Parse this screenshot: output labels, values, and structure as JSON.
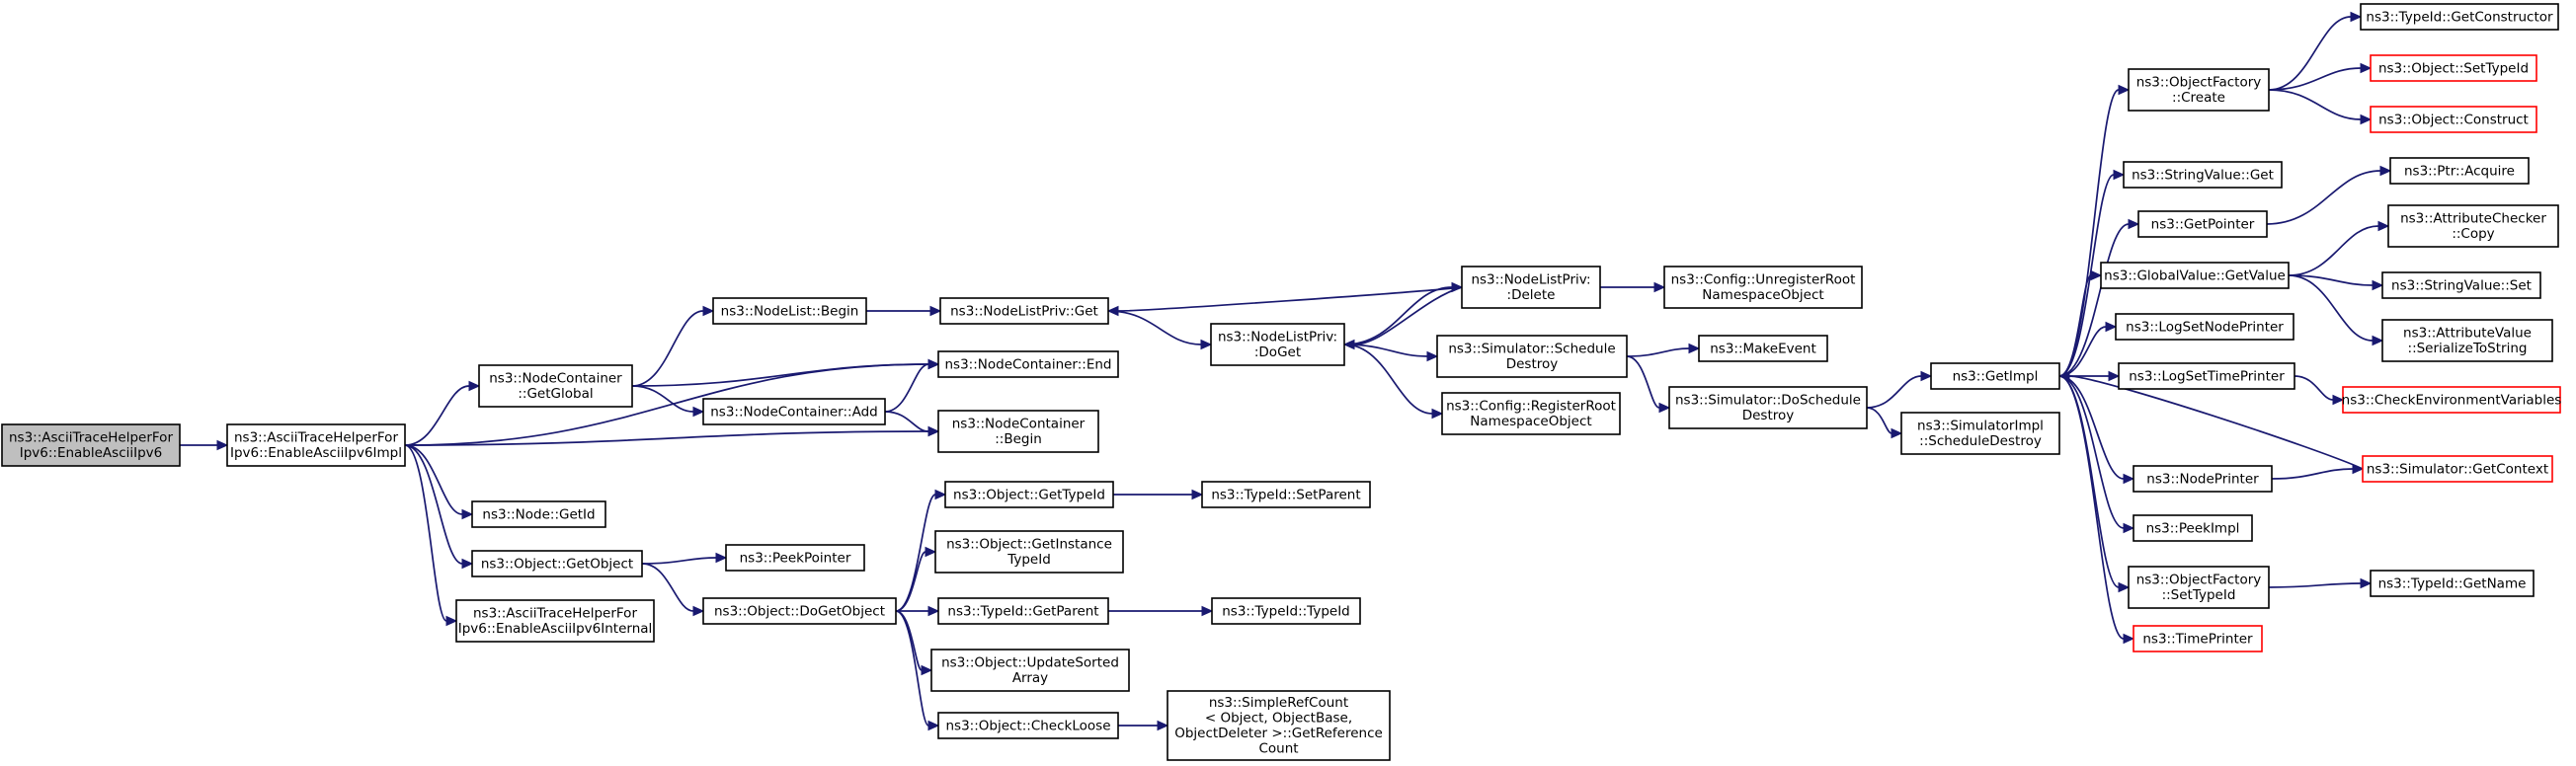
{
  "colors": {
    "edge": "#191970",
    "node_border": "#000000",
    "missing_border": "#ff0000",
    "root_fill": "#bfbfbf",
    "node_fill": "#ffffff"
  },
  "nodes": [
    {
      "id": "root",
      "lines": [
        "ns3::AsciiTraceHelperFor",
        "Ipv6::EnableAsciiIpv6"
      ],
      "style": "root"
    },
    {
      "id": "impl",
      "lines": [
        "ns3::AsciiTraceHelperFor",
        "Ipv6::EnableAsciiIpv6Impl"
      ]
    },
    {
      "id": "ncGetGlobal",
      "lines": [
        "ns3::NodeContainer",
        "::GetGlobal"
      ]
    },
    {
      "id": "nodeGetId",
      "lines": [
        "ns3::Node::GetId"
      ]
    },
    {
      "id": "objGetObject",
      "lines": [
        "ns3::Object::GetObject"
      ]
    },
    {
      "id": "enableInternal",
      "lines": [
        "ns3::AsciiTraceHelperFor",
        "Ipv6::EnableAsciiIpv6Internal"
      ]
    },
    {
      "id": "nlBegin",
      "lines": [
        "ns3::NodeList::Begin"
      ]
    },
    {
      "id": "ncAdd",
      "lines": [
        "ns3::NodeContainer::Add"
      ]
    },
    {
      "id": "peekPointer",
      "lines": [
        "ns3::PeekPointer"
      ]
    },
    {
      "id": "doGetObject",
      "lines": [
        "ns3::Object::DoGetObject"
      ]
    },
    {
      "id": "nlpGet",
      "lines": [
        "ns3::NodeListPriv::Get"
      ]
    },
    {
      "id": "ncEnd",
      "lines": [
        "ns3::NodeContainer::End"
      ]
    },
    {
      "id": "ncBegin",
      "lines": [
        "ns3::NodeContainer",
        "::Begin"
      ]
    },
    {
      "id": "objGetTypeId",
      "lines": [
        "ns3::Object::GetTypeId"
      ]
    },
    {
      "id": "objGetInstance",
      "lines": [
        "ns3::Object::GetInstance",
        "TypeId"
      ]
    },
    {
      "id": "tidGetParent",
      "lines": [
        "ns3::TypeId::GetParent"
      ]
    },
    {
      "id": "objUpdateSorted",
      "lines": [
        "ns3::Object::UpdateSorted",
        "Array"
      ]
    },
    {
      "id": "objCheckLoose",
      "lines": [
        "ns3::Object::CheckLoose"
      ]
    },
    {
      "id": "nlpDoGet",
      "lines": [
        "ns3::NodeListPriv:",
        ":DoGet"
      ]
    },
    {
      "id": "tidSetParent",
      "lines": [
        "ns3::TypeId::SetParent"
      ]
    },
    {
      "id": "tidTypeId",
      "lines": [
        "ns3::TypeId::TypeId"
      ]
    },
    {
      "id": "simpleRef",
      "lines": [
        "ns3::SimpleRefCount",
        "< Object, ObjectBase,",
        "ObjectDeleter >::GetReference",
        "Count"
      ]
    },
    {
      "id": "nlpDelete",
      "lines": [
        "ns3::NodeListPriv:",
        ":Delete"
      ]
    },
    {
      "id": "simSchedDestroy",
      "lines": [
        "ns3::Simulator::Schedule",
        "Destroy"
      ]
    },
    {
      "id": "cfgRegister",
      "lines": [
        "ns3::Config::RegisterRoot",
        "NamespaceObject"
      ]
    },
    {
      "id": "cfgUnregister",
      "lines": [
        "ns3::Config::UnregisterRoot",
        "NamespaceObject"
      ]
    },
    {
      "id": "makeEvent",
      "lines": [
        "ns3::MakeEvent"
      ]
    },
    {
      "id": "simDoSched",
      "lines": [
        "ns3::Simulator::DoSchedule",
        "Destroy"
      ]
    },
    {
      "id": "getImpl",
      "lines": [
        "ns3::GetImpl"
      ]
    },
    {
      "id": "simImplSched",
      "lines": [
        "ns3::SimulatorImpl",
        "::ScheduleDestroy"
      ]
    },
    {
      "id": "ofCreate",
      "lines": [
        "ns3::ObjectFactory",
        "::Create"
      ]
    },
    {
      "id": "strValGet",
      "lines": [
        "ns3::StringValue::Get"
      ]
    },
    {
      "id": "getPointer",
      "lines": [
        "ns3::GetPointer"
      ]
    },
    {
      "id": "gvGetValue",
      "lines": [
        "ns3::GlobalValue::GetValue"
      ]
    },
    {
      "id": "logSetNode",
      "lines": [
        "ns3::LogSetNodePrinter"
      ]
    },
    {
      "id": "logSetTime",
      "lines": [
        "ns3::LogSetTimePrinter"
      ]
    },
    {
      "id": "nodePrinter",
      "lines": [
        "ns3::NodePrinter"
      ]
    },
    {
      "id": "peekImpl",
      "lines": [
        "ns3::PeekImpl"
      ]
    },
    {
      "id": "ofSetTypeId",
      "lines": [
        "ns3::ObjectFactory",
        "::SetTypeId"
      ]
    },
    {
      "id": "timePrinter",
      "lines": [
        "ns3::TimePrinter"
      ],
      "style": "missing"
    },
    {
      "id": "tidGetConstructor",
      "lines": [
        "ns3::TypeId::GetConstructor"
      ]
    },
    {
      "id": "objSetTypeId",
      "lines": [
        "ns3::Object::SetTypeId"
      ],
      "style": "missing"
    },
    {
      "id": "objConstruct",
      "lines": [
        "ns3::Object::Construct"
      ],
      "style": "missing"
    },
    {
      "id": "ptrAcquire",
      "lines": [
        "ns3::Ptr::Acquire"
      ]
    },
    {
      "id": "attrCheckerCopy",
      "lines": [
        "ns3::AttributeChecker",
        "::Copy"
      ]
    },
    {
      "id": "strValSet",
      "lines": [
        "ns3::StringValue::Set"
      ]
    },
    {
      "id": "attrValSerialize",
      "lines": [
        "ns3::AttributeValue",
        "::SerializeToString"
      ]
    },
    {
      "id": "checkEnv",
      "lines": [
        "ns3::CheckEnvironmentVariables"
      ],
      "style": "missing"
    },
    {
      "id": "simGetContext",
      "lines": [
        "ns3::Simulator::GetContext"
      ],
      "style": "missing"
    },
    {
      "id": "tidGetName",
      "lines": [
        "ns3::TypeId::GetName"
      ]
    }
  ],
  "edges": [
    [
      "root",
      "impl"
    ],
    [
      "impl",
      "ncGetGlobal"
    ],
    [
      "impl",
      "ncEnd"
    ],
    [
      "impl",
      "ncBegin"
    ],
    [
      "impl",
      "nodeGetId"
    ],
    [
      "impl",
      "objGetObject"
    ],
    [
      "impl",
      "enableInternal"
    ],
    [
      "ncGetGlobal",
      "nlBegin"
    ],
    [
      "ncGetGlobal",
      "ncEnd"
    ],
    [
      "ncGetGlobal",
      "ncAdd"
    ],
    [
      "nlBegin",
      "nlpGet"
    ],
    [
      "ncAdd",
      "ncEnd"
    ],
    [
      "ncAdd",
      "ncBegin"
    ],
    [
      "objGetObject",
      "peekPointer"
    ],
    [
      "objGetObject",
      "doGetObject"
    ],
    [
      "doGetObject",
      "objGetTypeId"
    ],
    [
      "doGetObject",
      "objGetInstance"
    ],
    [
      "doGetObject",
      "tidGetParent"
    ],
    [
      "doGetObject",
      "objUpdateSorted"
    ],
    [
      "doGetObject",
      "objCheckLoose"
    ],
    [
      "objGetTypeId",
      "tidSetParent"
    ],
    [
      "tidGetParent",
      "tidTypeId"
    ],
    [
      "objCheckLoose",
      "simpleRef"
    ],
    [
      "nlpGet",
      "nlpDoGet"
    ],
    [
      "nlpDoGet",
      "nlpDelete"
    ],
    [
      "nlpDoGet",
      "simSchedDestroy"
    ],
    [
      "nlpDoGet",
      "cfgRegister"
    ],
    [
      "nlpDelete",
      "nlpGet"
    ],
    [
      "nlpDelete",
      "nlpDoGet"
    ],
    [
      "nlpDelete",
      "cfgUnregister"
    ],
    [
      "simSchedDestroy",
      "makeEvent"
    ],
    [
      "simSchedDestroy",
      "simDoSched"
    ],
    [
      "simDoSched",
      "getImpl"
    ],
    [
      "simDoSched",
      "simImplSched"
    ],
    [
      "getImpl",
      "ofCreate"
    ],
    [
      "getImpl",
      "strValGet"
    ],
    [
      "getImpl",
      "getPointer"
    ],
    [
      "getImpl",
      "gvGetValue"
    ],
    [
      "getImpl",
      "logSetNode"
    ],
    [
      "getImpl",
      "logSetTime"
    ],
    [
      "getImpl",
      "nodePrinter"
    ],
    [
      "getImpl",
      "peekImpl"
    ],
    [
      "getImpl",
      "ofSetTypeId"
    ],
    [
      "getImpl",
      "timePrinter"
    ],
    [
      "ofCreate",
      "tidGetConstructor"
    ],
    [
      "ofCreate",
      "objSetTypeId"
    ],
    [
      "ofCreate",
      "objConstruct"
    ],
    [
      "getPointer",
      "ptrAcquire"
    ],
    [
      "gvGetValue",
      "attrCheckerCopy"
    ],
    [
      "gvGetValue",
      "strValSet"
    ],
    [
      "gvGetValue",
      "attrValSerialize"
    ],
    [
      "logSetTime",
      "checkEnv"
    ],
    [
      "nodePrinter",
      "simGetContext"
    ],
    [
      "simGetContext",
      "getImpl"
    ],
    [
      "ofSetTypeId",
      "tidGetName"
    ]
  ]
}
